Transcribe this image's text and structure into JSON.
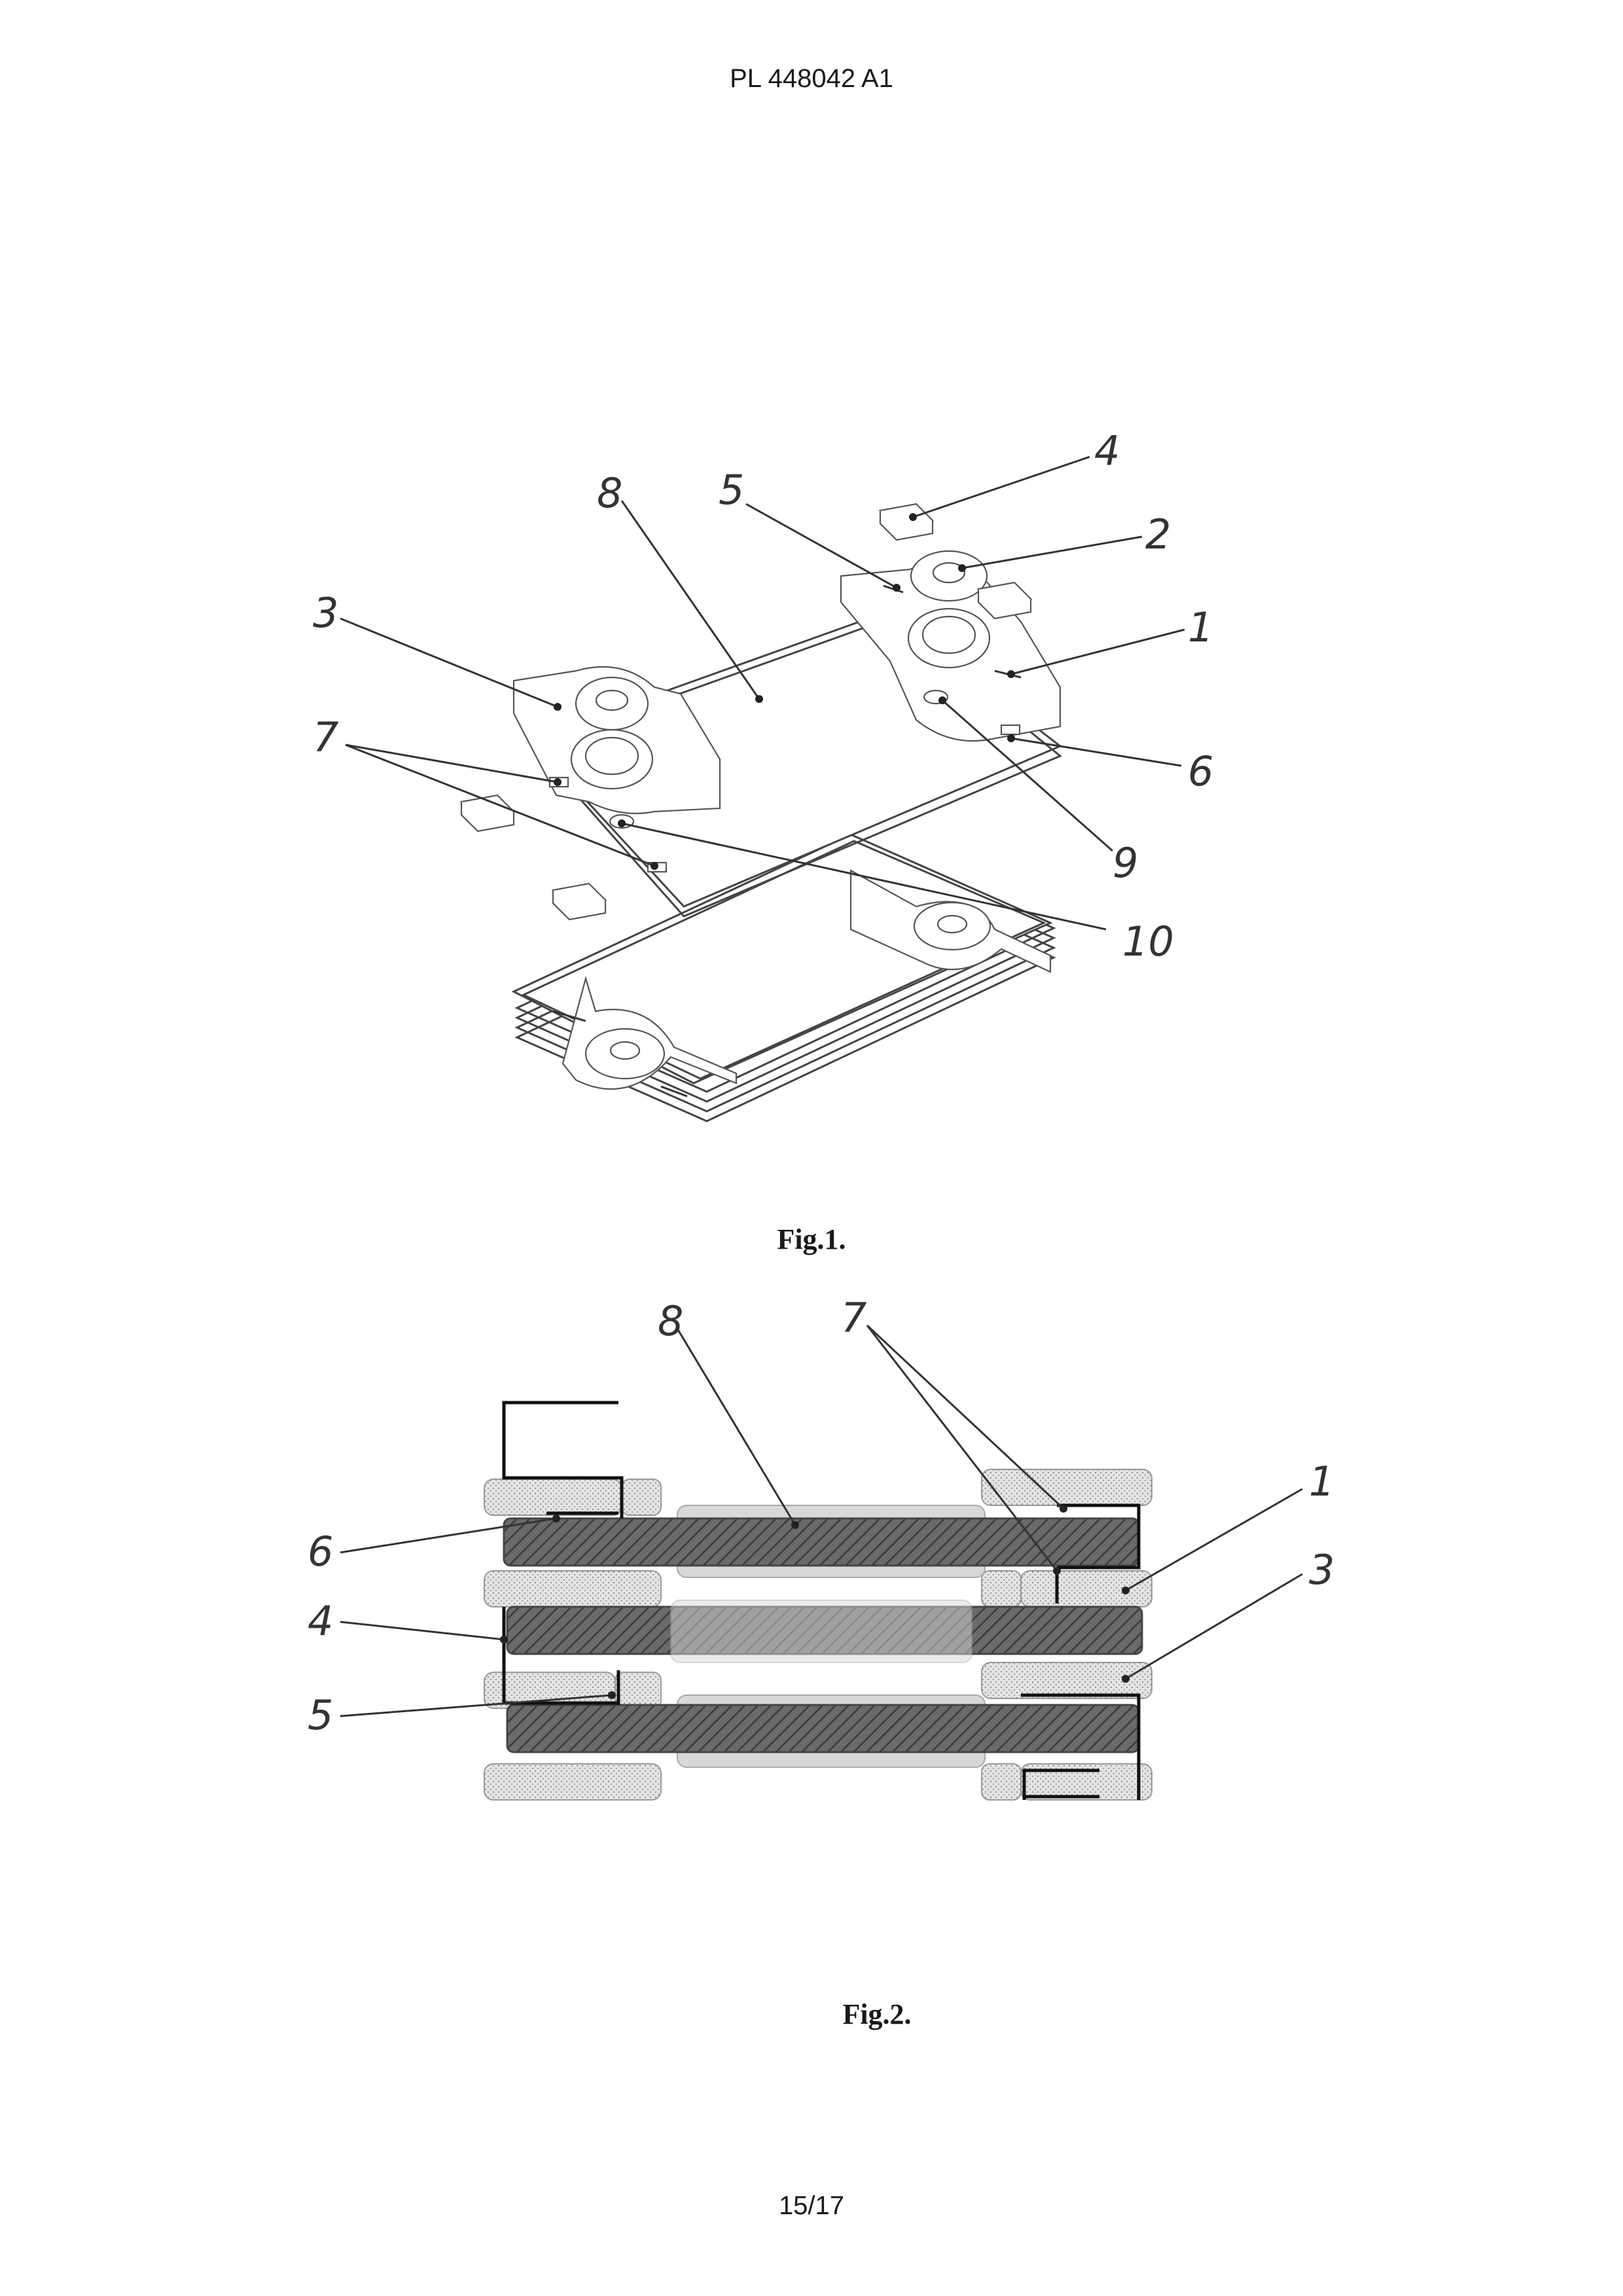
{
  "header": {
    "text": "PL 448042 A1"
  },
  "fig1": {
    "caption": "Fig.1.",
    "labels": {
      "l1": "1",
      "l2": "2",
      "l3": "3",
      "l4": "4",
      "l5": "5",
      "l6": "6",
      "l7": "7",
      "l8": "8",
      "l9": "9",
      "l10": "10"
    }
  },
  "fig2": {
    "caption": "Fig.2.",
    "labels": {
      "l1": "1",
      "l3": "3",
      "l4": "4",
      "l5": "5",
      "l6": "6",
      "l7": "7",
      "l8": "8"
    }
  },
  "footer": {
    "page": "15/17"
  }
}
